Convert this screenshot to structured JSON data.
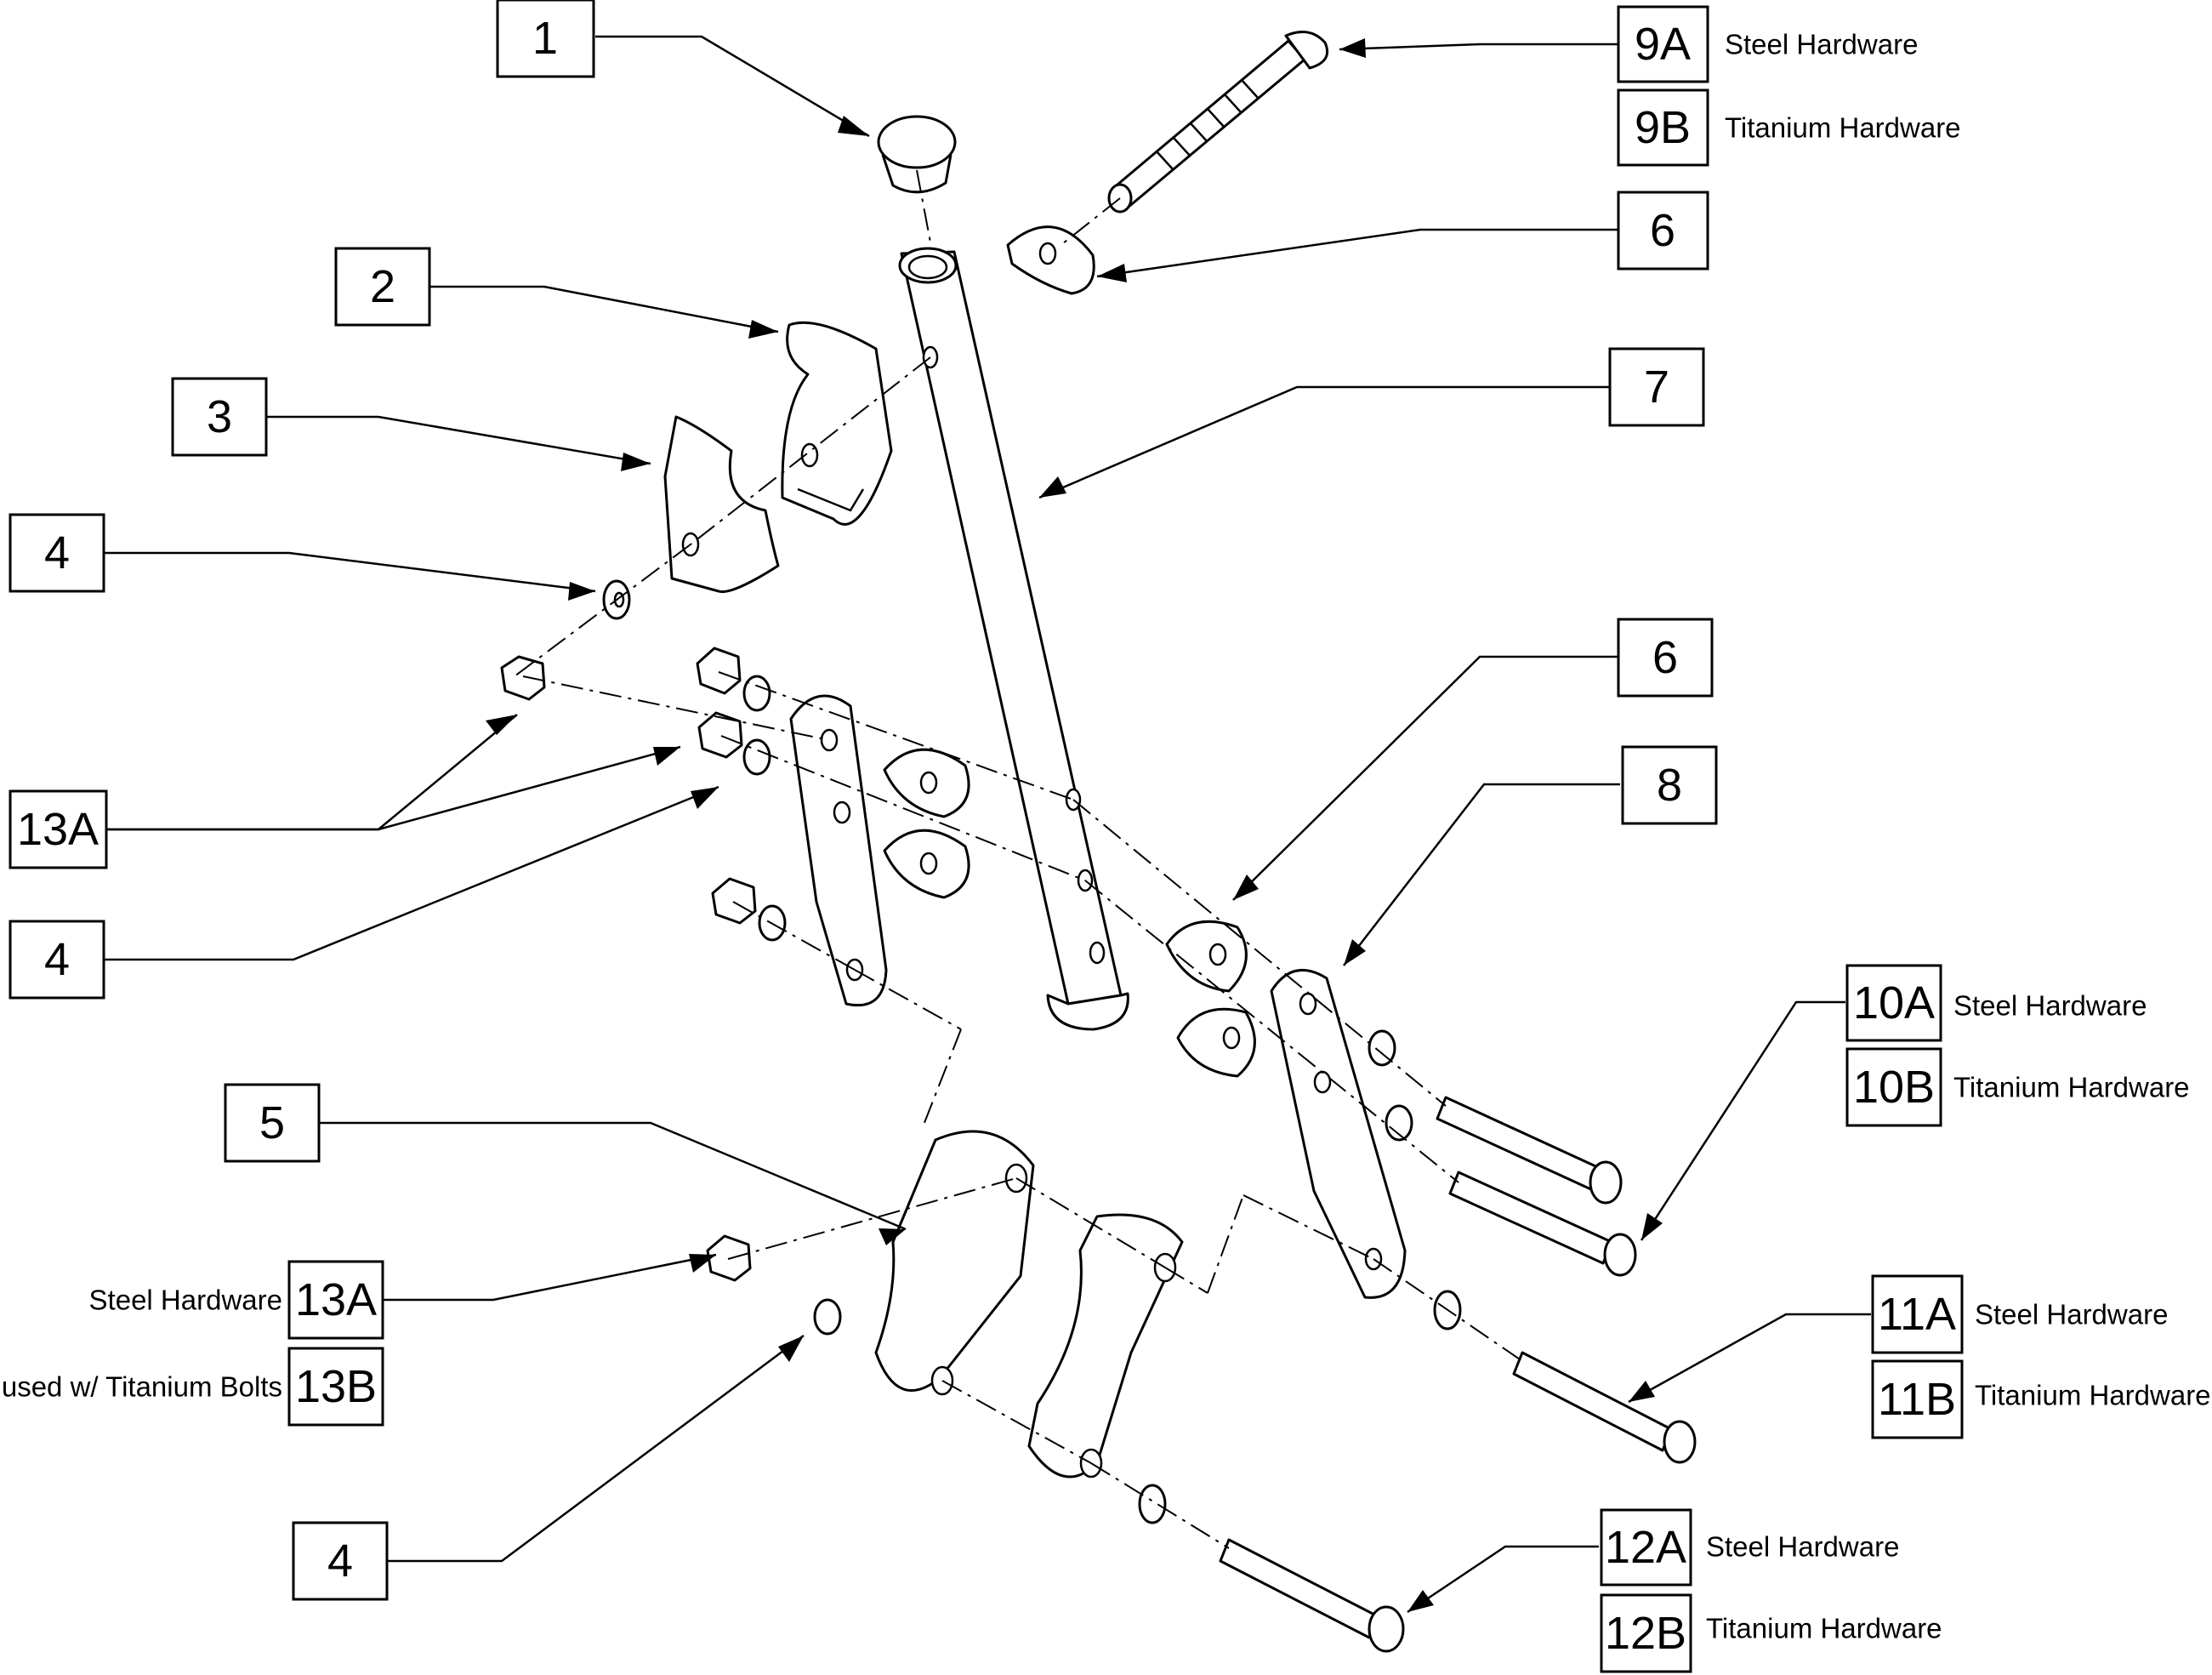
{
  "callouts": {
    "c1": "1",
    "c2": "2",
    "c3": "3",
    "c4_top": "4",
    "c4_mid": "4",
    "c4_bottom": "4",
    "c5": "5",
    "c6_top": "6",
    "c6_mid": "6",
    "c7": "7",
    "c8": "8",
    "c9a": "9A",
    "c9b": "9B",
    "c10a": "10A",
    "c10b": "10B",
    "c11a": "11A",
    "c11b": "11B",
    "c12a": "12A",
    "c12b": "12B",
    "c13a_top": "13A",
    "c13a_bottom": "13A",
    "c13b": "13B"
  },
  "notes": {
    "n9a": "Steel Hardware",
    "n9b": "Titanium Hardware",
    "n10a": "Steel Hardware",
    "n10b": "Titanium Hardware",
    "n11a": "Steel Hardware",
    "n11b": "Titanium Hardware",
    "n12a": "Steel Hardware",
    "n12b": "Titanium Hardware",
    "n13a": "Steel Hardware",
    "n13b": "used w/ Titanium Bolts"
  },
  "colors": {
    "line": "#000000",
    "background": "#ffffff"
  }
}
